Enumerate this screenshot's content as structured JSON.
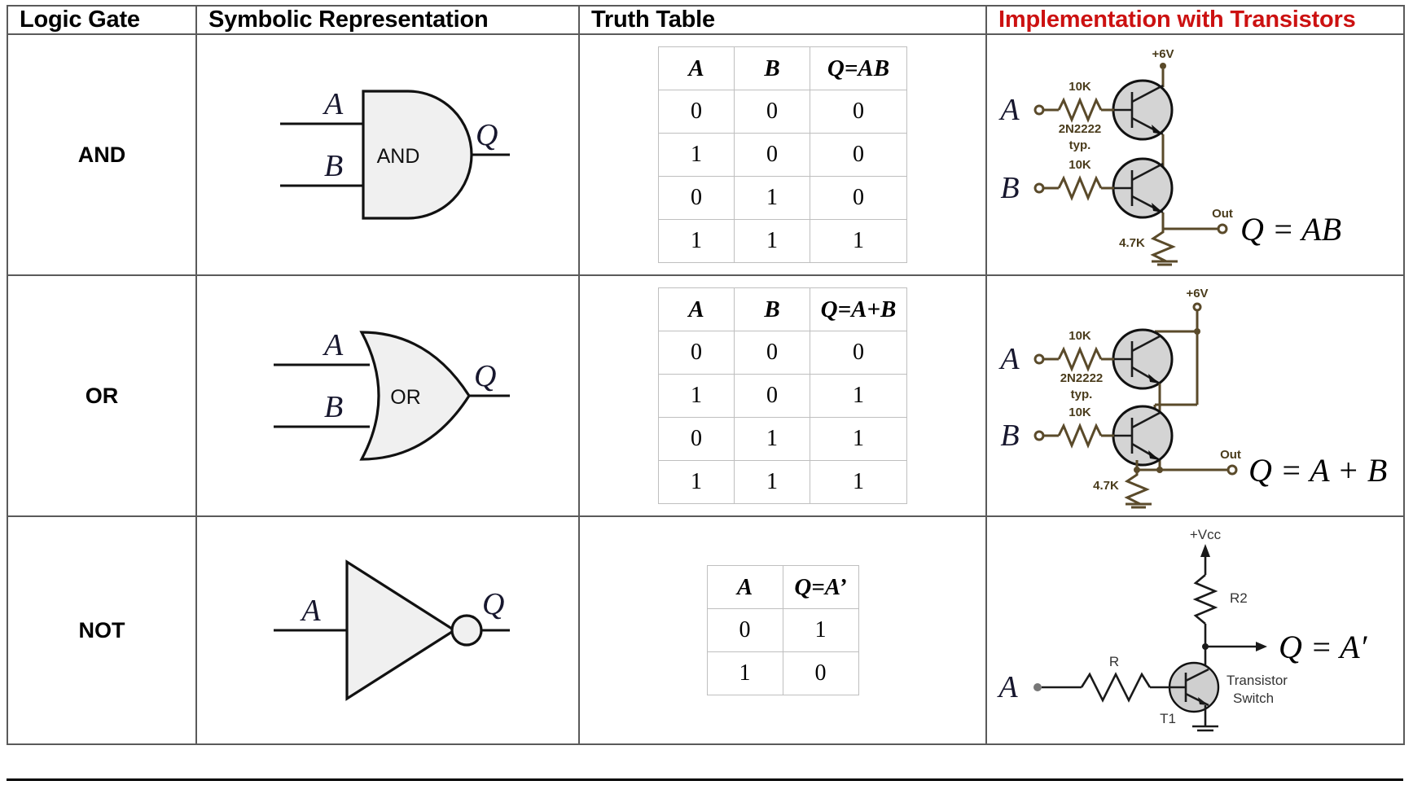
{
  "table": {
    "headers": [
      {
        "label": "Logic Gate",
        "color": "#000000"
      },
      {
        "label": "Symbolic Representation",
        "color": "#000000"
      },
      {
        "label": "Truth Table",
        "color": "#000000"
      },
      {
        "label": "Implementation with Transistors",
        "color": "#CC1111"
      }
    ]
  },
  "rows": [
    {
      "gate": "AND",
      "symbol": {
        "inputs": [
          "A",
          "B"
        ],
        "output": "Q",
        "body_label": "AND"
      },
      "truth_table": {
        "columns": [
          "A",
          "B",
          "Q=AB"
        ],
        "rows": [
          [
            "0",
            "0",
            "0"
          ],
          [
            "1",
            "0",
            "0"
          ],
          [
            "0",
            "1",
            "0"
          ],
          [
            "1",
            "1",
            "1"
          ]
        ]
      },
      "circuit": {
        "supply": "+6V",
        "input_a": "A",
        "input_b": "B",
        "resistor_a": "10K",
        "resistor_b": "10K",
        "transistor_type": "2N2222",
        "transistor_note": "typ.",
        "pulldown": "4.7K",
        "out_label": "Out",
        "equation": "Q = AB"
      }
    },
    {
      "gate": "OR",
      "symbol": {
        "inputs": [
          "A",
          "B"
        ],
        "output": "Q",
        "body_label": "OR"
      },
      "truth_table": {
        "columns": [
          "A",
          "B",
          "Q=A+B"
        ],
        "rows": [
          [
            "0",
            "0",
            "0"
          ],
          [
            "1",
            "0",
            "1"
          ],
          [
            "0",
            "1",
            "1"
          ],
          [
            "1",
            "1",
            "1"
          ]
        ]
      },
      "circuit": {
        "supply": "+6V",
        "input_a": "A",
        "input_b": "B",
        "resistor_a": "10K",
        "resistor_b": "10K",
        "transistor_type": "2N2222",
        "transistor_note": "typ.",
        "pulldown": "4.7K",
        "out_label": "Out",
        "equation": "Q = A + B"
      }
    },
    {
      "gate": "NOT",
      "symbol": {
        "inputs": [
          "A"
        ],
        "output": "Q",
        "body_label": ""
      },
      "truth_table": {
        "columns": [
          "A",
          "Q=A’"
        ],
        "rows": [
          [
            "0",
            "1"
          ],
          [
            "1",
            "0"
          ]
        ]
      },
      "circuit": {
        "supply": "+Vcc",
        "input_a": "A",
        "resistor_base": "R",
        "resistor_collector": "R2",
        "transistor_ref": "T1",
        "transistor_caption_line1": "Transistor",
        "transistor_caption_line2": "Switch",
        "equation": "Q = A′"
      }
    }
  ]
}
